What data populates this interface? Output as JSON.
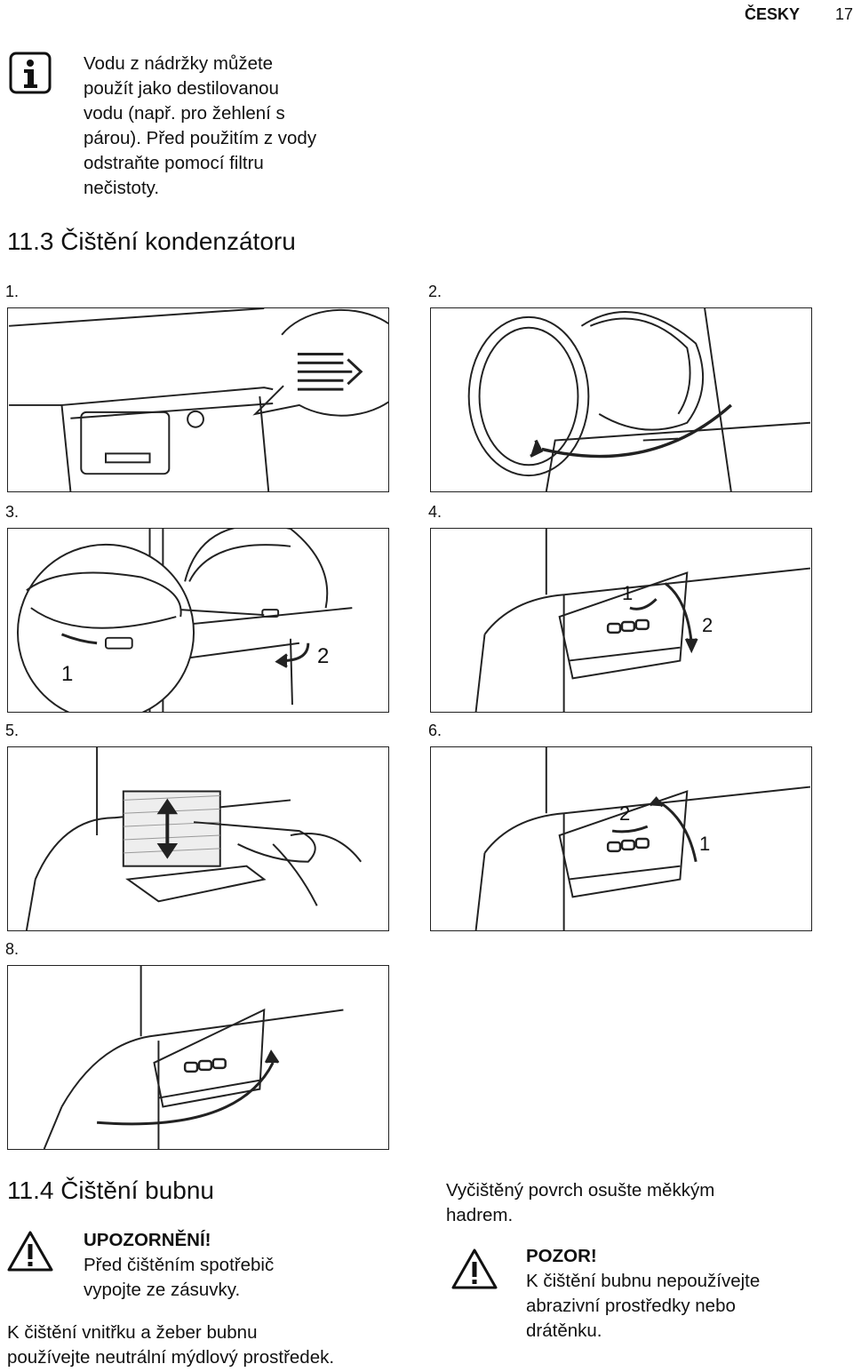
{
  "header": {
    "language": "ČESKY",
    "page_number": "17"
  },
  "info_note": {
    "icon": "info-icon",
    "lines": [
      "Vodu z nádržky můžete",
      "použít jako destilovanou",
      "vodu (např. pro žehlení s",
      "párou). Před použitím z vody",
      "odstraňte pomocí filtru",
      "nečistoty."
    ]
  },
  "section_113": {
    "number": "11.3",
    "title": "Čištění kondenzátoru"
  },
  "steps": {
    "s1": "1.",
    "s2": "2.",
    "s3": "3.",
    "s4": "4.",
    "s5": "5.",
    "s6": "6.",
    "s8": "8."
  },
  "callouts": {
    "p3_a": "1",
    "p3_b": "2",
    "p4_a": "1",
    "p4_b": "2",
    "p6_a": "2",
    "p6_b": "1"
  },
  "section_114": {
    "number": "11.4",
    "title": "Čištění bubnu"
  },
  "warning_1": {
    "icon": "warning-icon",
    "title": "UPOZORNĚNÍ!",
    "lines": [
      "Před čištěním spotřebič",
      "vypojte ze zásuvky."
    ]
  },
  "body_left": [
    "K čištění vnitřku a žeber bubnu",
    "používejte neutrální mýdlový prostředek."
  ],
  "body_right": [
    "Vyčištěný povrch osušte měkkým",
    "hadrem."
  ],
  "warning_2": {
    "icon": "warning-icon",
    "title": "POZOR!",
    "lines": [
      "K čištění bubnu nepoužívejte",
      "abrazivní prostředky nebo",
      "drátěnku."
    ]
  }
}
